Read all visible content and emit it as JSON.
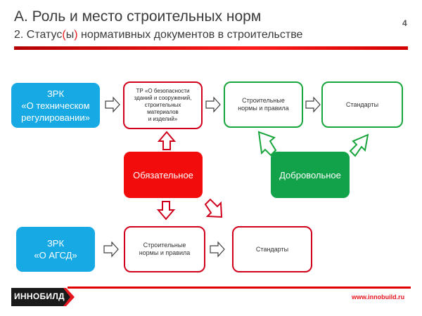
{
  "header": {
    "title": "А. Роль и место строительных норм",
    "subtitle_pre": "2. Статус",
    "subtitle_paren_open": "(",
    "subtitle_paren_word": "ы",
    "subtitle_paren_close": ")",
    "subtitle_post": " нормативных документов в строительстве",
    "page_number": "4"
  },
  "diagram": {
    "zrk_tech": [
      "ЗРК",
      "«О техническом",
      "регулировании»"
    ],
    "tp": [
      "ТР «О безопасности",
      "зданий и сооружений,",
      "строительных",
      "материалов",
      "и изделий»"
    ],
    "sn_top": [
      "Строительные",
      "нормы и правила"
    ],
    "std_top": "Стандарты",
    "mandatory": "Обязательное",
    "voluntary": "Добровольное",
    "zrk_agsd": [
      "ЗРК",
      "«О  АГСД»"
    ],
    "sn_bottom": [
      "Строительные",
      "нормы и правила"
    ],
    "std_bottom": "Стандарты"
  },
  "footer": {
    "logo": "ИННОБИЛД",
    "site": "www.innobuild.ru"
  },
  "colors": {
    "blue": "#17a9e4",
    "red": "#f20c0c",
    "green": "#12a34a",
    "red_border": "#d0001c",
    "green_border": "#18a63c"
  }
}
